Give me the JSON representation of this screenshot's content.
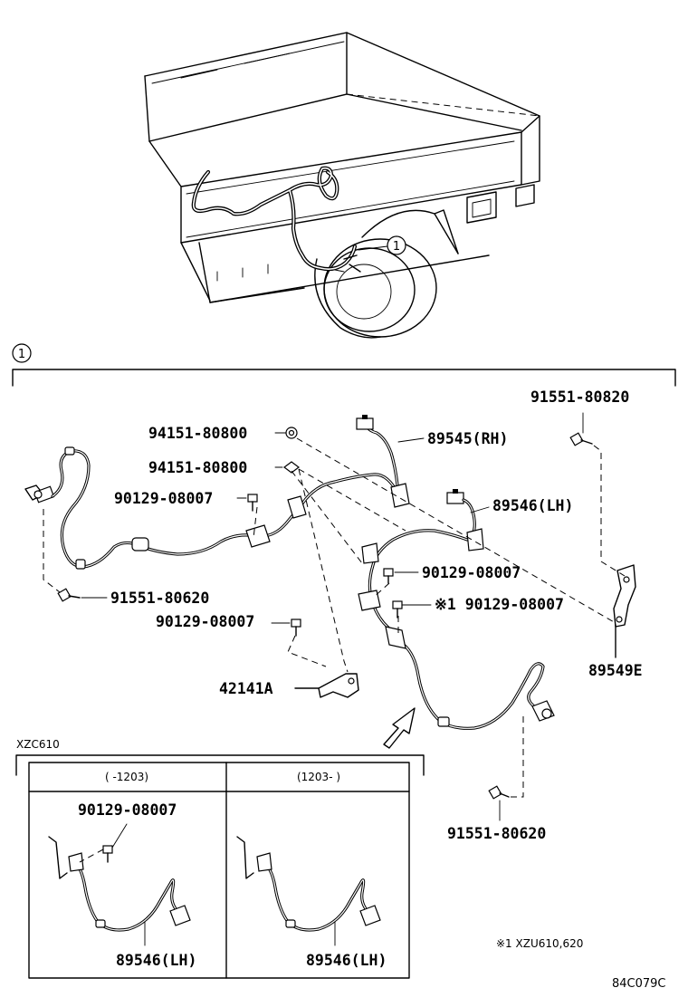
{
  "callout": {
    "number": "1"
  },
  "parts": {
    "p91551_80820": "91551-80820",
    "p94151_80800_a": "94151-80800",
    "p94151_80800_b": "94151-80800",
    "p89545_rh": "89545(RH)",
    "p89546_lh": "89546(LH)",
    "p90129_08007_a": "90129-08007",
    "p90129_08007_b": "90129-08007",
    "p90129_08007_c": "90129-08007",
    "p90129_08007_d": "※1 90129-08007",
    "p91551_80620_a": "91551-80620",
    "p91551_80620_b": "91551-80620",
    "p42141a": "42141A",
    "p89549e": "89549E"
  },
  "inset": {
    "model": "XZC610",
    "col1_header": "(    -1203)",
    "col2_header": "(1203-    )",
    "col1_bolt": "90129-08007",
    "col1_part": "89546(LH)",
    "col2_part": "89546(LH)"
  },
  "footnote": "※1 XZU610,620",
  "diagram_code": "84C079C"
}
